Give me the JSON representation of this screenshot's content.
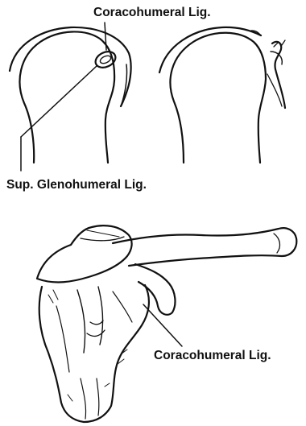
{
  "labels": {
    "top_coracohumeral": "Coracohumeral Lig.",
    "sup_glenohumeral": "Sup. Glenohumeral Lig.",
    "bottom_coracohumeral": "Coracohumeral Lig."
  },
  "colors": {
    "ink": "#111111",
    "background": "#ffffff"
  }
}
